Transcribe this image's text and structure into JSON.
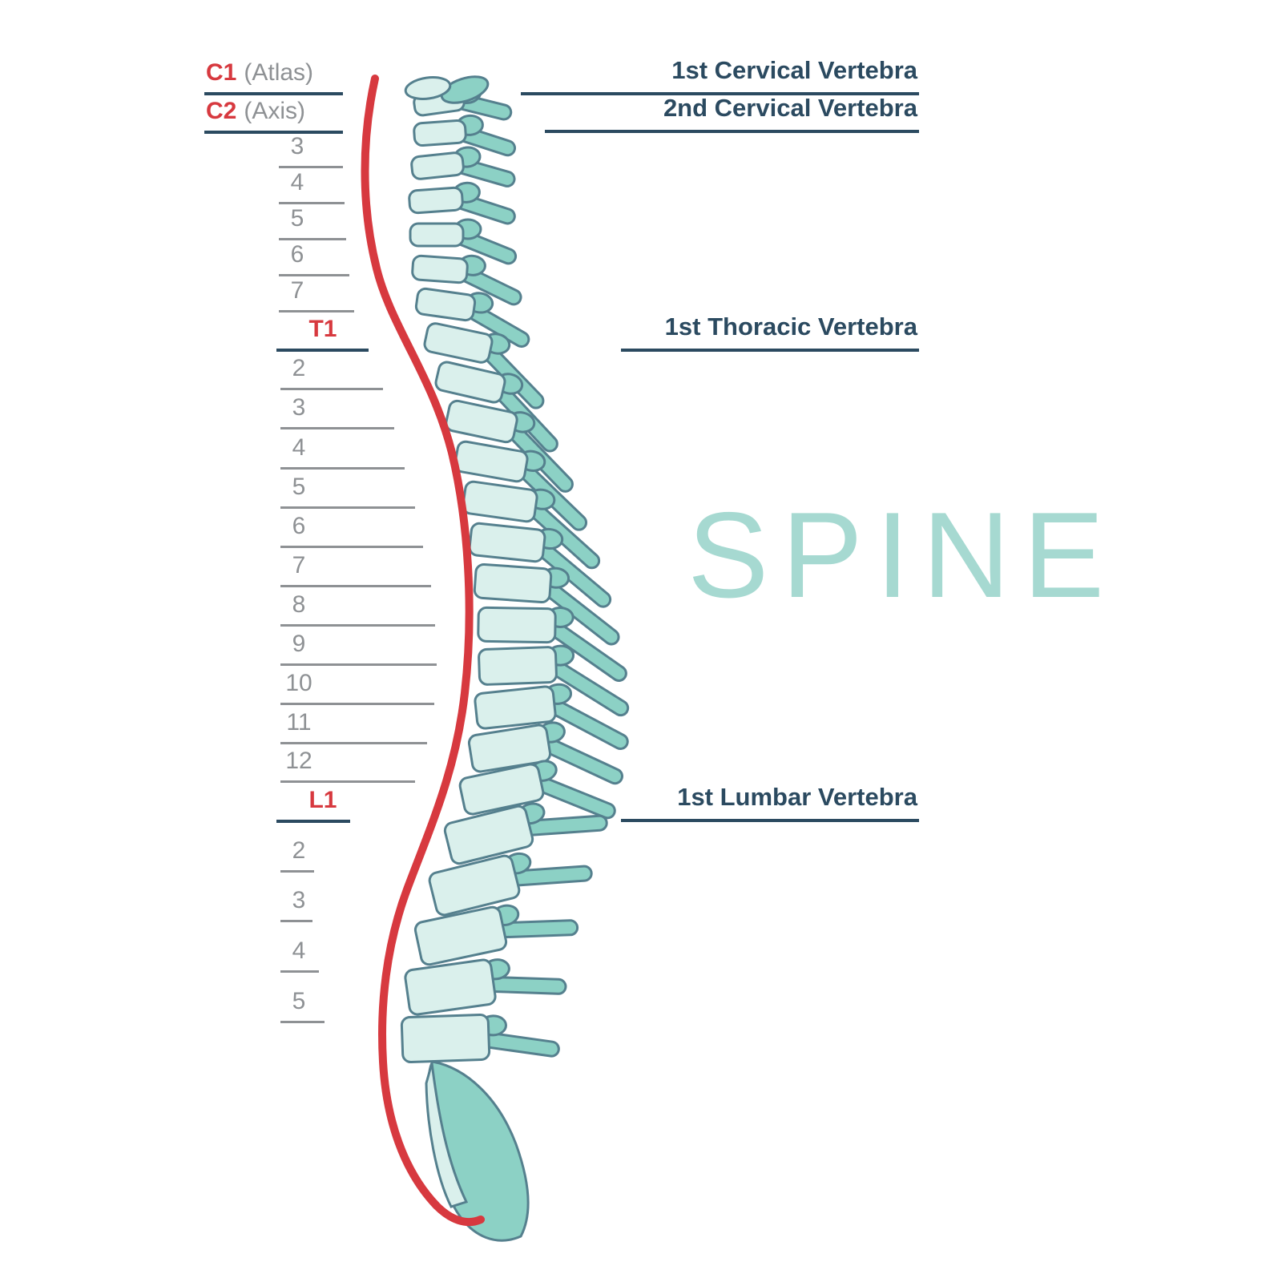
{
  "title": {
    "watermark": "SPINE"
  },
  "colors": {
    "accent_red": "#d7393f",
    "navy": "#2b4a60",
    "gray": "#8e9194",
    "teal_light": "#daf0ec",
    "teal_mid": "#8cd1c5",
    "outline": "#55808e",
    "watermark_teal": "#a6d9d1"
  },
  "ruler": {
    "rows": [
      {
        "label": "C1",
        "suffix": "(Atlas)",
        "style": "red-pair"
      },
      {
        "label": "C2",
        "suffix": "(Axis)",
        "style": "red-pair"
      },
      {
        "label": "3",
        "style": "number"
      },
      {
        "label": "4",
        "style": "number"
      },
      {
        "label": "5",
        "style": "number"
      },
      {
        "label": "6",
        "style": "number"
      },
      {
        "label": "7",
        "style": "number"
      },
      {
        "label": "T1",
        "style": "red"
      },
      {
        "label": "2",
        "style": "number"
      },
      {
        "label": "3",
        "style": "number"
      },
      {
        "label": "4",
        "style": "number"
      },
      {
        "label": "5",
        "style": "number"
      },
      {
        "label": "6",
        "style": "number"
      },
      {
        "label": "7",
        "style": "number"
      },
      {
        "label": "8",
        "style": "number"
      },
      {
        "label": "9",
        "style": "number"
      },
      {
        "label": "10",
        "style": "number"
      },
      {
        "label": "11",
        "style": "number"
      },
      {
        "label": "12",
        "style": "number"
      },
      {
        "label": "L1",
        "style": "red"
      },
      {
        "label": "2",
        "style": "number"
      },
      {
        "label": "3",
        "style": "number"
      },
      {
        "label": "4",
        "style": "number"
      },
      {
        "label": "5",
        "style": "number"
      }
    ]
  },
  "annotations": [
    {
      "text": "1st Cervical Vertebra"
    },
    {
      "text": "2nd Cervical Vertebra"
    },
    {
      "text": "1st Thoracic Vertebra"
    },
    {
      "text": "1st Lumbar Vertebra"
    }
  ]
}
